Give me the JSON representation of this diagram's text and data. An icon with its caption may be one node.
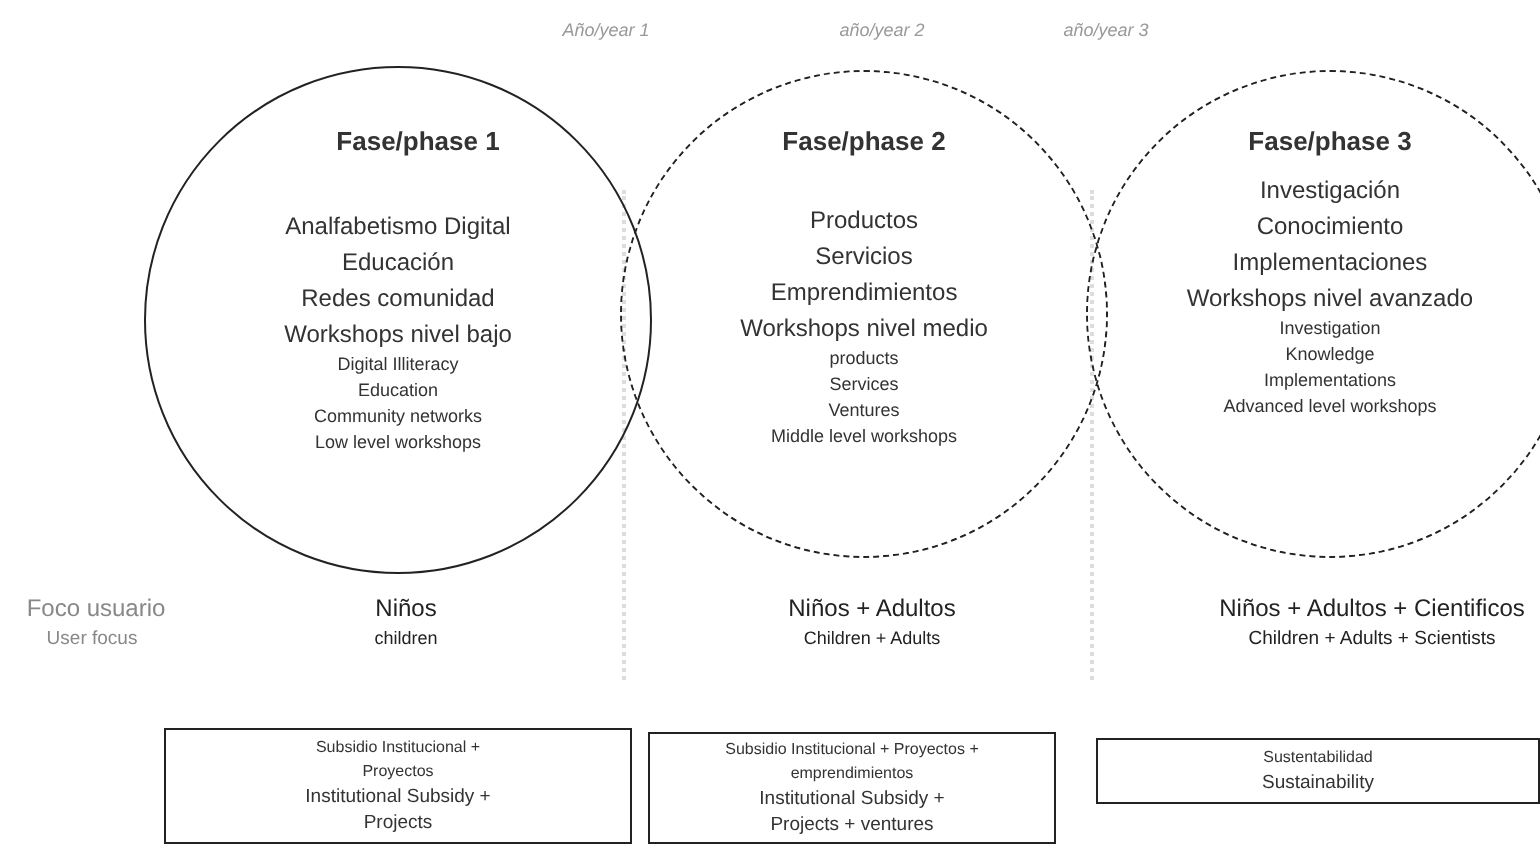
{
  "diagram": {
    "nodes": [
      {
        "text": [
          "Fase/phase 1",
          "Analfabetismo Digital",
          "Educación",
          "Redes comunidad",
          "Workshops nivel bajo",
          "Digital Illiteracy",
          "Education",
          "Community networks",
          "Low level workshops"
        ]
      },
      {
        "text": [
          "Fase/phase  2",
          "Productos",
          "Servicios",
          "Emprendimientos",
          "Workshops nivel medio",
          "products",
          "Services",
          "Ventures",
          "Middle level workshops"
        ]
      },
      {
        "text": [
          "Fase/phase  3",
          "Investigación",
          "Conocimiento",
          "Implementaciones",
          "Workshops nivel avanzado",
          "Investigation",
          "Knowledge",
          "Implementations",
          "Advanced level workshops"
        ]
      },
      {
        "text": [
          "Subsidio Institucional + Proyectos",
          "Institutional Subsidy + Projects"
        ]
      },
      {
        "text": [
          "Subsidio Institucional + Proyectos + emprendimientos",
          "Institutional Subsidy + Projects + ventures"
        ]
      },
      {
        "text": [
          "Sustentabilidad",
          "Sustainability"
        ]
      }
    ],
    "edges": [],
    "labels": [
      "Año/year 1",
      "año/year 2",
      "año/year 3",
      "Foco usuario",
      "User focus",
      "Niños",
      "children",
      "Niños + Adultos",
      "Children + Adults",
      "Niños + Adultos + Cientificos",
      "Children + Adults + Scientists"
    ]
  }
}
